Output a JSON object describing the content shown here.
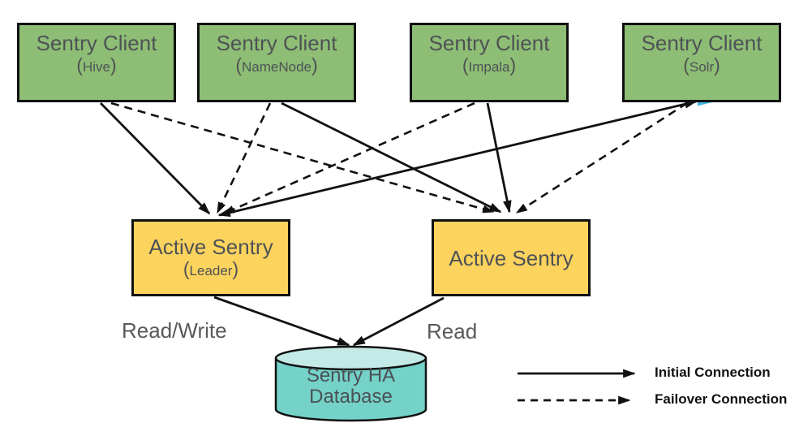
{
  "diagram": {
    "title_implicit": "Sentry HA architecture",
    "clients": [
      {
        "title": "Sentry Client",
        "paren_open": "(",
        "sub": "Hive",
        "paren_close": ")"
      },
      {
        "title": "Sentry Client",
        "paren_open": "(",
        "sub": "NameNode",
        "paren_close": ")"
      },
      {
        "title": "Sentry Client",
        "paren_open": "(",
        "sub": "Impala",
        "paren_close": ")"
      },
      {
        "title": "Sentry Client",
        "paren_open": "(",
        "sub": "Solr",
        "paren_close": ")"
      }
    ],
    "servers": [
      {
        "title": "Active Sentry",
        "paren_open": "(",
        "sub": "Leader",
        "paren_close": ")"
      },
      {
        "title": "Active Sentry"
      }
    ],
    "database": {
      "line1": "Sentry HA",
      "line2": "Database"
    },
    "edge_labels": {
      "left": "Read/Write",
      "right": "Read"
    },
    "legend": [
      {
        "style": "solid",
        "label": "Initial Connection"
      },
      {
        "style": "dashed",
        "label": "Failover Connection"
      }
    ],
    "connections": [
      {
        "from": "Sentry Client (Hive)",
        "to": "Active Sentry (Leader)",
        "type": "initial"
      },
      {
        "from": "Sentry Client (Hive)",
        "to": "Active Sentry",
        "type": "failover"
      },
      {
        "from": "Sentry Client (NameNode)",
        "to": "Active Sentry",
        "type": "initial"
      },
      {
        "from": "Sentry Client (NameNode)",
        "to": "Active Sentry (Leader)",
        "type": "failover"
      },
      {
        "from": "Sentry Client (Impala)",
        "to": "Active Sentry",
        "type": "initial"
      },
      {
        "from": "Sentry Client (Impala)",
        "to": "Active Sentry (Leader)",
        "type": "failover"
      },
      {
        "from": "Sentry Client (Solr)",
        "to": "Active Sentry (Leader)",
        "type": "initial"
      },
      {
        "from": "Sentry Client (Solr)",
        "to": "Active Sentry",
        "type": "failover"
      },
      {
        "from": "Active Sentry (Leader)",
        "to": "Sentry HA Database",
        "type": "initial",
        "label": "Read/Write"
      },
      {
        "from": "Active Sentry",
        "to": "Sentry HA Database",
        "type": "initial",
        "label": "Read"
      }
    ],
    "colors": {
      "client_fill": "#8ebe75",
      "server_fill": "#fbd35d",
      "db_body_fill": "#74d2c9",
      "db_top_fill": "#c3eae6",
      "stroke": "#111111",
      "text_dark": "#4e5256",
      "text_gray": "#595959",
      "artifact_arrowhead": "#41b9e1"
    }
  }
}
